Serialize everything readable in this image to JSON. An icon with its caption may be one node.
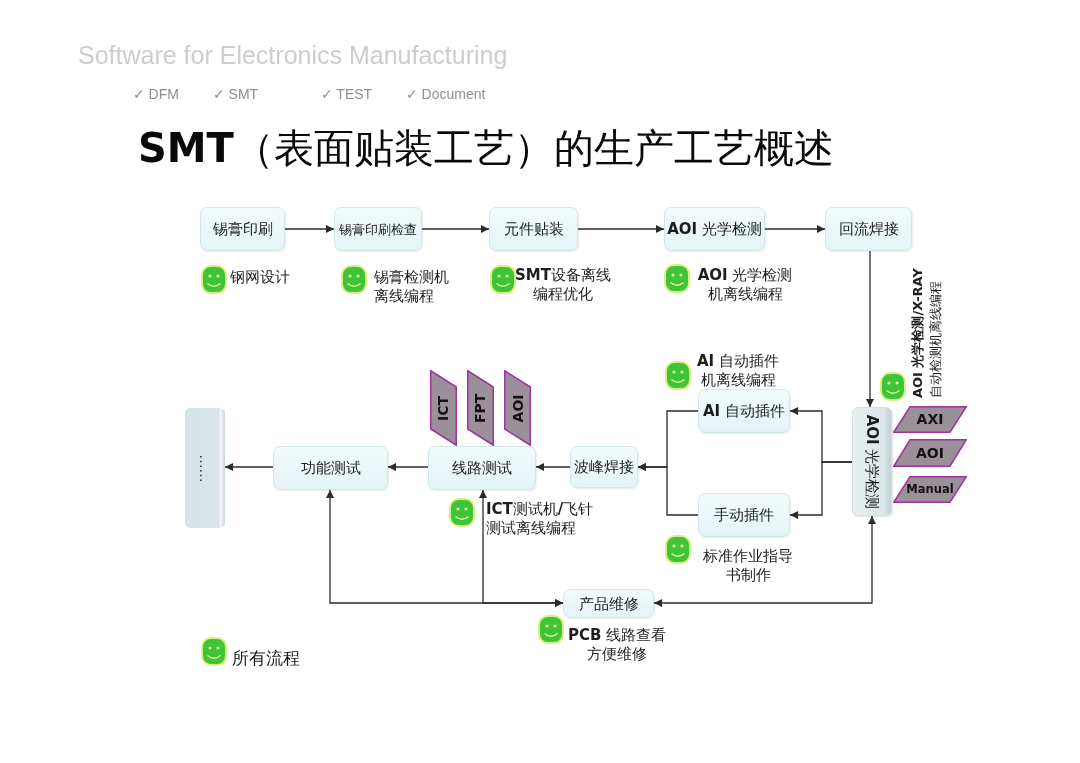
{
  "diagram": {
    "title": "**SMT**（表面贴装工艺）的生产工艺概述",
    "nodes": [
      {
        "text": [
          "锡膏印刷"
        ],
        "beside": [
          "钢网设计"
        ]
      },
      {
        "text": [
          "锡膏印刷检查"
        ],
        "beside": [
          "锡膏检测机离线编程"
        ]
      },
      {
        "text": [
          "元件贴装"
        ],
        "beside": [
          "**SMT**设备离线编程优化"
        ]
      },
      {
        "text": [
          "**AOI** 光学检测"
        ],
        "beside": [
          "**AOI** 光学检测机离线编程"
        ]
      },
      {
        "text": [
          "回流焊接"
        ]
      },
      {
        "text": [
          "**AOI** 光学检测"
        ]
      },
      {
        "text": [
          "**AI** 自动插件"
        ],
        "beside": [
          "**AI** 自动插件机离线编程"
        ]
      },
      {
        "text": [
          "手动插件"
        ],
        "beside": [
          "标准作业指导书制作"
        ]
      },
      {
        "text": [
          "波峰焊接"
        ]
      },
      {
        "text": [
          "线路测试"
        ],
        "beside": [
          "**ICT**测试机**/**飞针测试离线编程"
        ]
      },
      {
        "text": [
          "功能测试"
        ]
      },
      {
        "text": [
          "……"
        ]
      },
      {
        "text": [
          "产品维修"
        ],
        "beside": [
          "**PCB** 线路查看方便维修"
        ]
      },
      {
        "text": [
          "AXI"
        ]
      },
      {
        "text": [
          "AOI"
        ]
      },
      {
        "text": [
          "Manual"
        ]
      },
      {
        "text": [
          "ICT"
        ]
      },
      {
        "text": [
          "FPT"
        ]
      },
      {
        "text": [
          "AOI"
        ]
      }
    ],
    "edges": [
      {
        "from": 0,
        "to": 1,
        "arrow": "to"
      },
      {
        "from": 1,
        "to": 2,
        "arrow": "to"
      },
      {
        "from": 2,
        "to": 3,
        "arrow": "to"
      },
      {
        "from": 3,
        "to": 4,
        "arrow": "to"
      },
      {
        "from": 4,
        "to": 5,
        "arrow": "to"
      },
      {
        "from": 5,
        "to": 6,
        "arrow": "to"
      },
      {
        "from": 5,
        "to": 7,
        "arrow": "to"
      },
      {
        "from": 6,
        "to": 8,
        "arrow": "to"
      },
      {
        "from": 7,
        "to": 8,
        "arrow": "to"
      },
      {
        "from": 8,
        "to": 9,
        "arrow": "to"
      },
      {
        "from": 9,
        "to": 10,
        "arrow": "to"
      },
      {
        "from": 10,
        "to": 11,
        "arrow": "to"
      },
      {
        "from": 12,
        "to": 10,
        "arrow": "both"
      },
      {
        "from": 12,
        "to": 9,
        "arrow": "both"
      },
      {
        "from": 12,
        "to": 5,
        "arrow": "both"
      }
    ],
    "labels": [
      "Software for Electronics Manufacturing",
      "✓ DFM",
      "✓ SMT",
      "✓ TEST",
      "✓ Document",
      "**AOI 光学检测/X-RAY**自动检测机离线编程",
      "所有流程"
    ]
  }
}
